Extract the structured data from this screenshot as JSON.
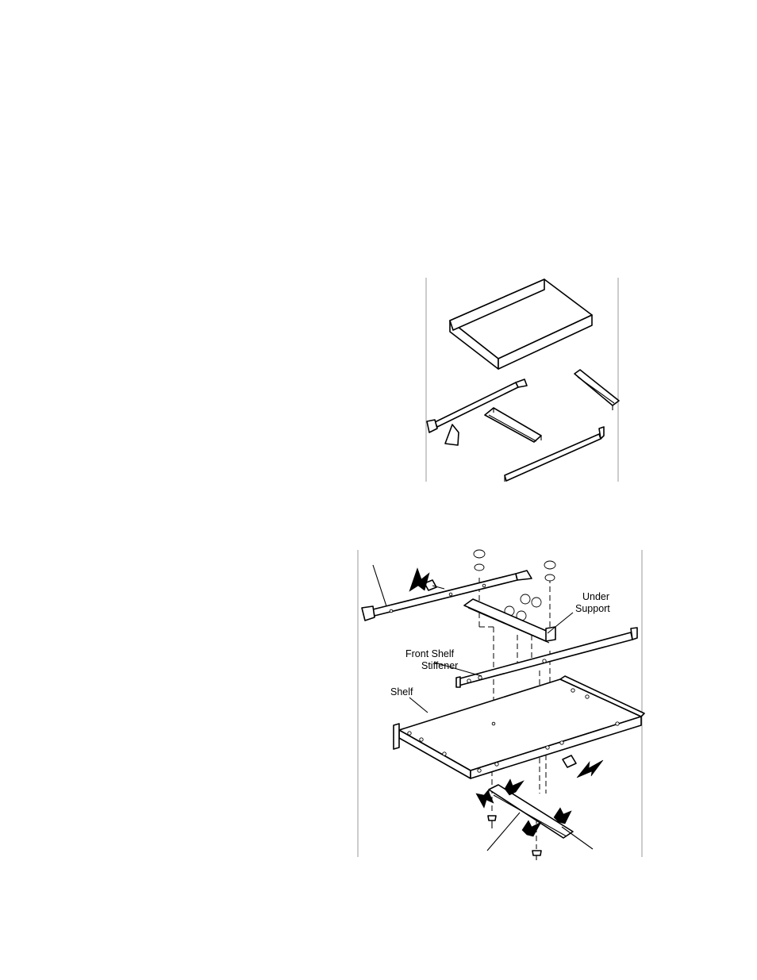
{
  "labels": {
    "under_support_line1": "Under",
    "under_support_line2": "Support",
    "front_stiffener_line1": "Front Shelf",
    "front_stiffener_line2": "Stiffener",
    "shelf": "Shelf"
  }
}
